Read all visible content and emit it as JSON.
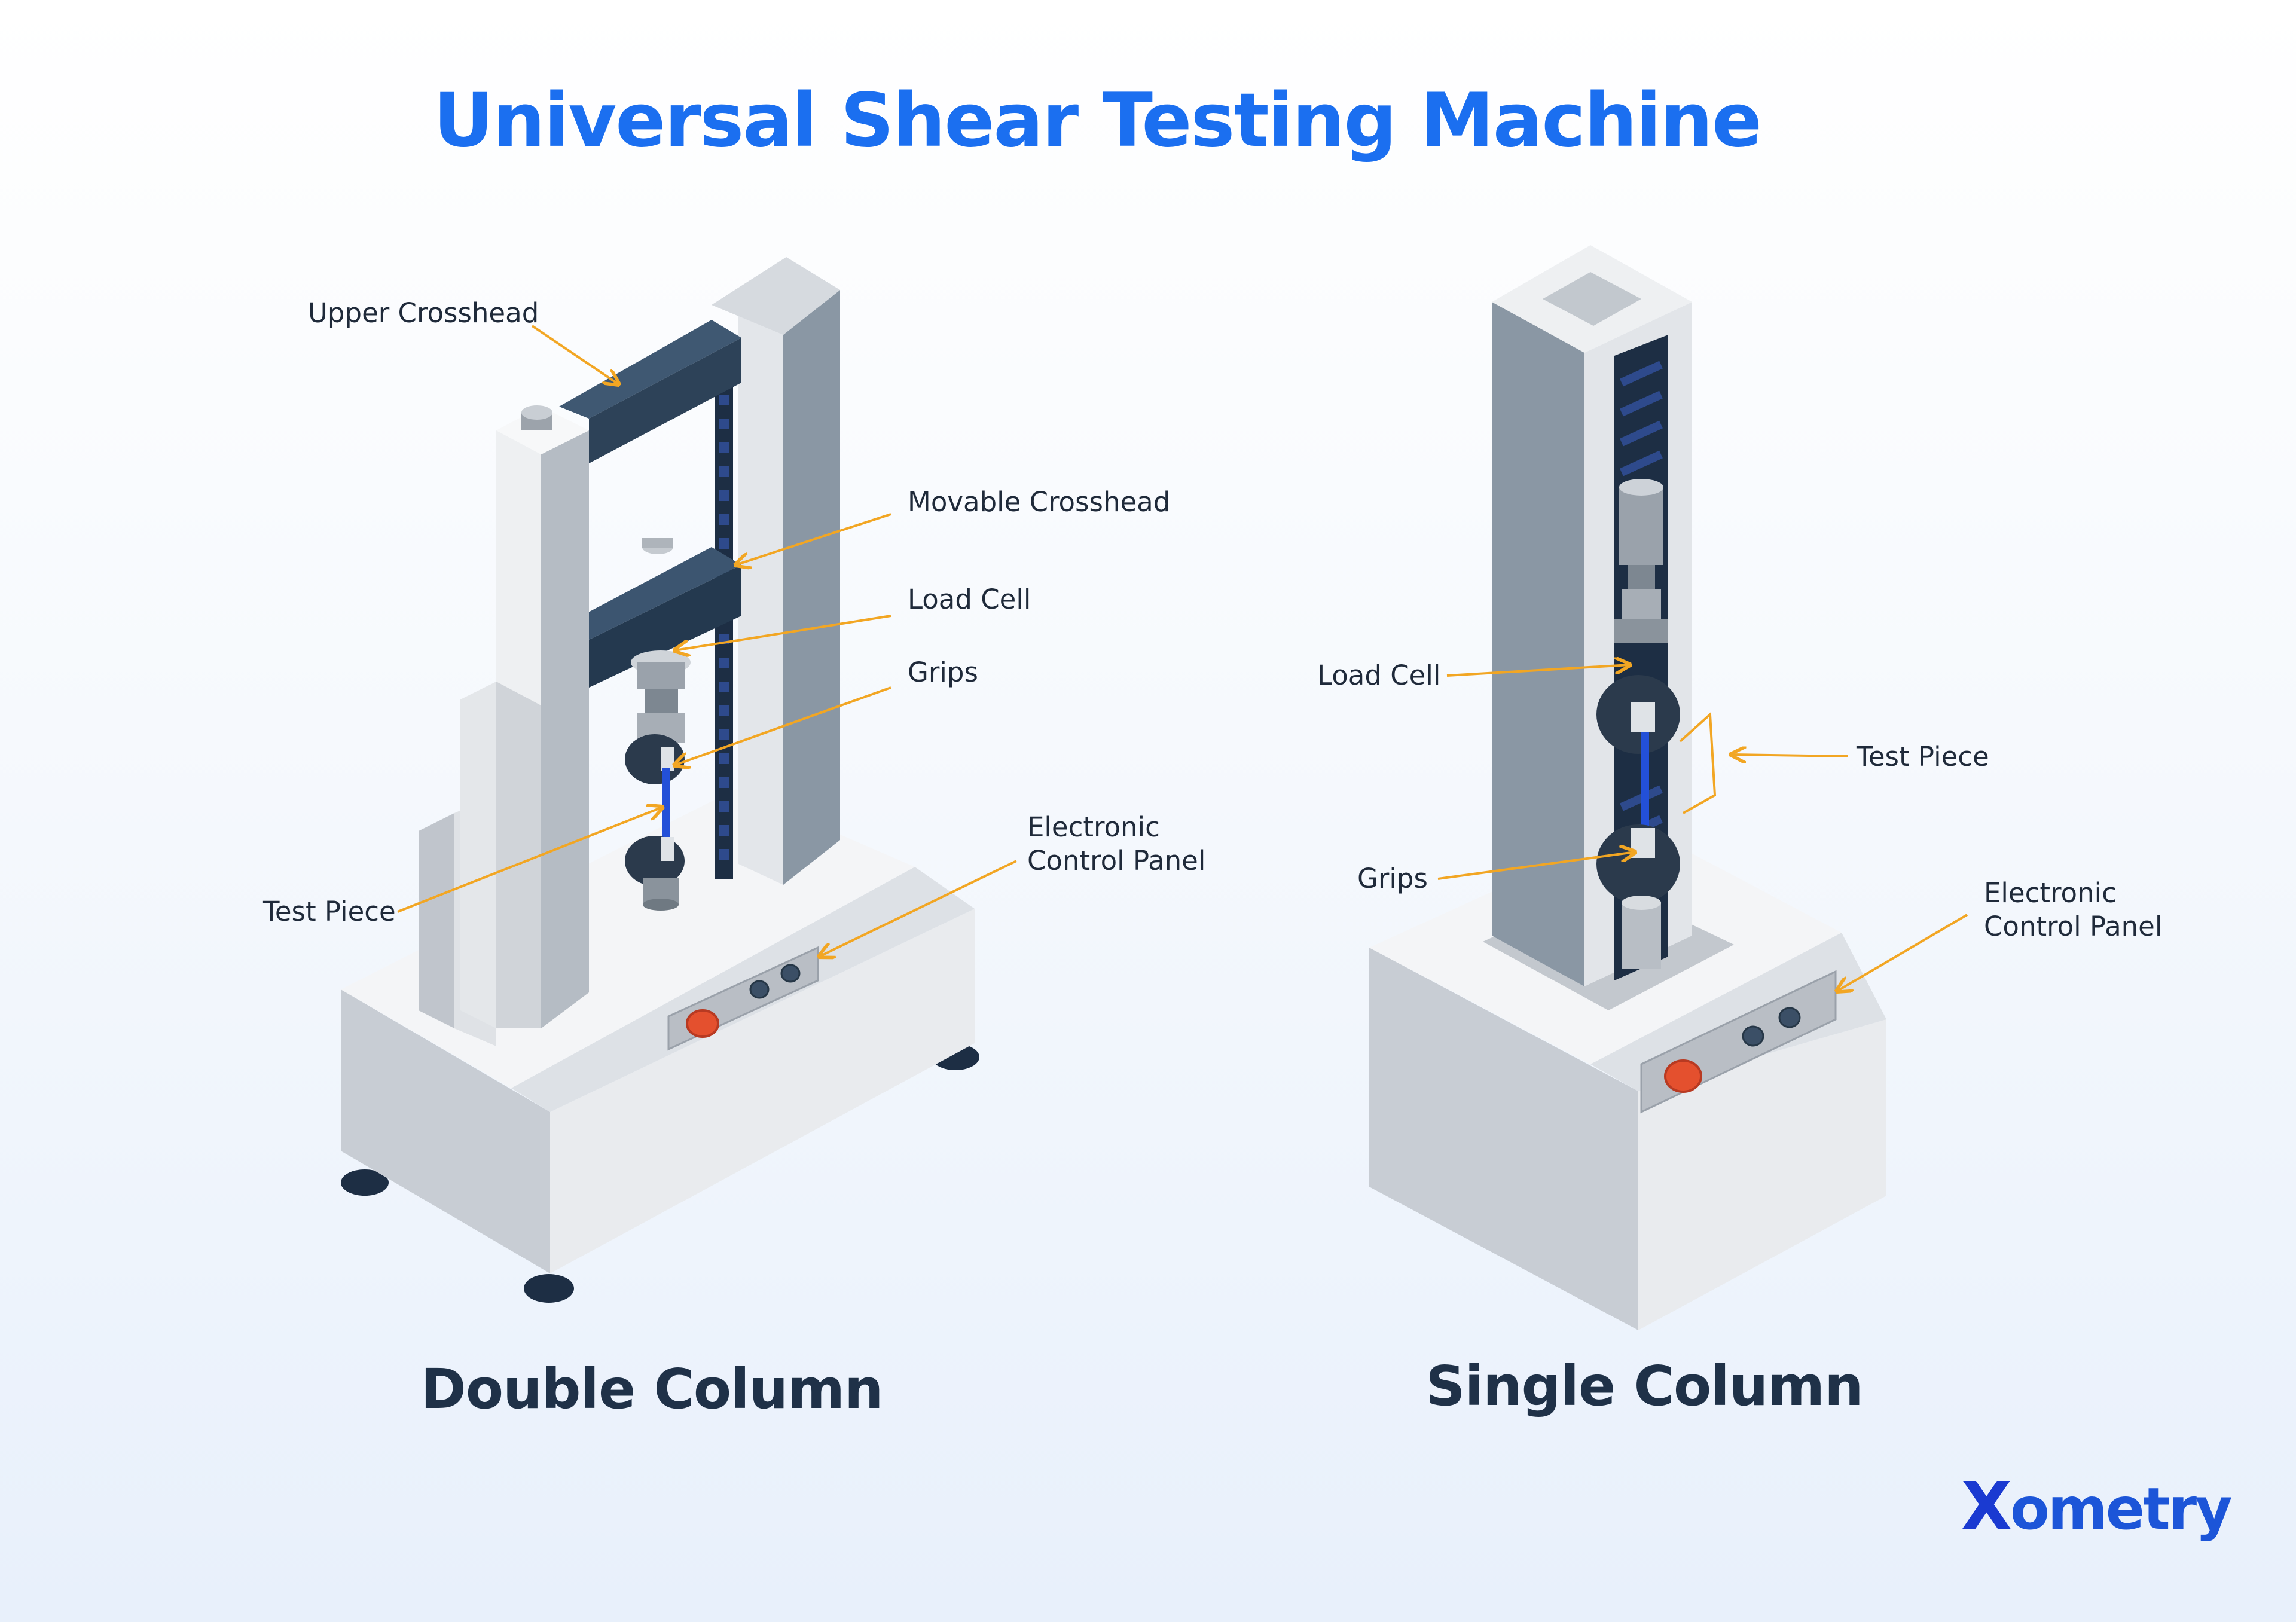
{
  "title": "Universal Shear Testing Machine",
  "double_column": {
    "caption": "Double Column",
    "labels": {
      "upper_crosshead": "Upper Crosshead",
      "movable_crosshead": "Movable Crosshead",
      "load_cell": "Load Cell",
      "grips": "Grips",
      "test_piece": "Test Piece",
      "control_panel_line1": "Electronic",
      "control_panel_line2": "Control Panel"
    }
  },
  "single_column": {
    "caption": "Single Column",
    "labels": {
      "load_cell": "Load Cell",
      "test_piece": "Test Piece",
      "grips": "Grips",
      "control_panel_line1": "Electronic",
      "control_panel_line2": "Control Panel"
    }
  },
  "brand": {
    "mark": "X",
    "rest": "ometry"
  },
  "colors": {
    "title": "#1b6ff0",
    "leader_line": "#f2a623",
    "dark_navy": "#24394f",
    "test_piece": "#2350d8",
    "stop_button": "#e4502e"
  }
}
